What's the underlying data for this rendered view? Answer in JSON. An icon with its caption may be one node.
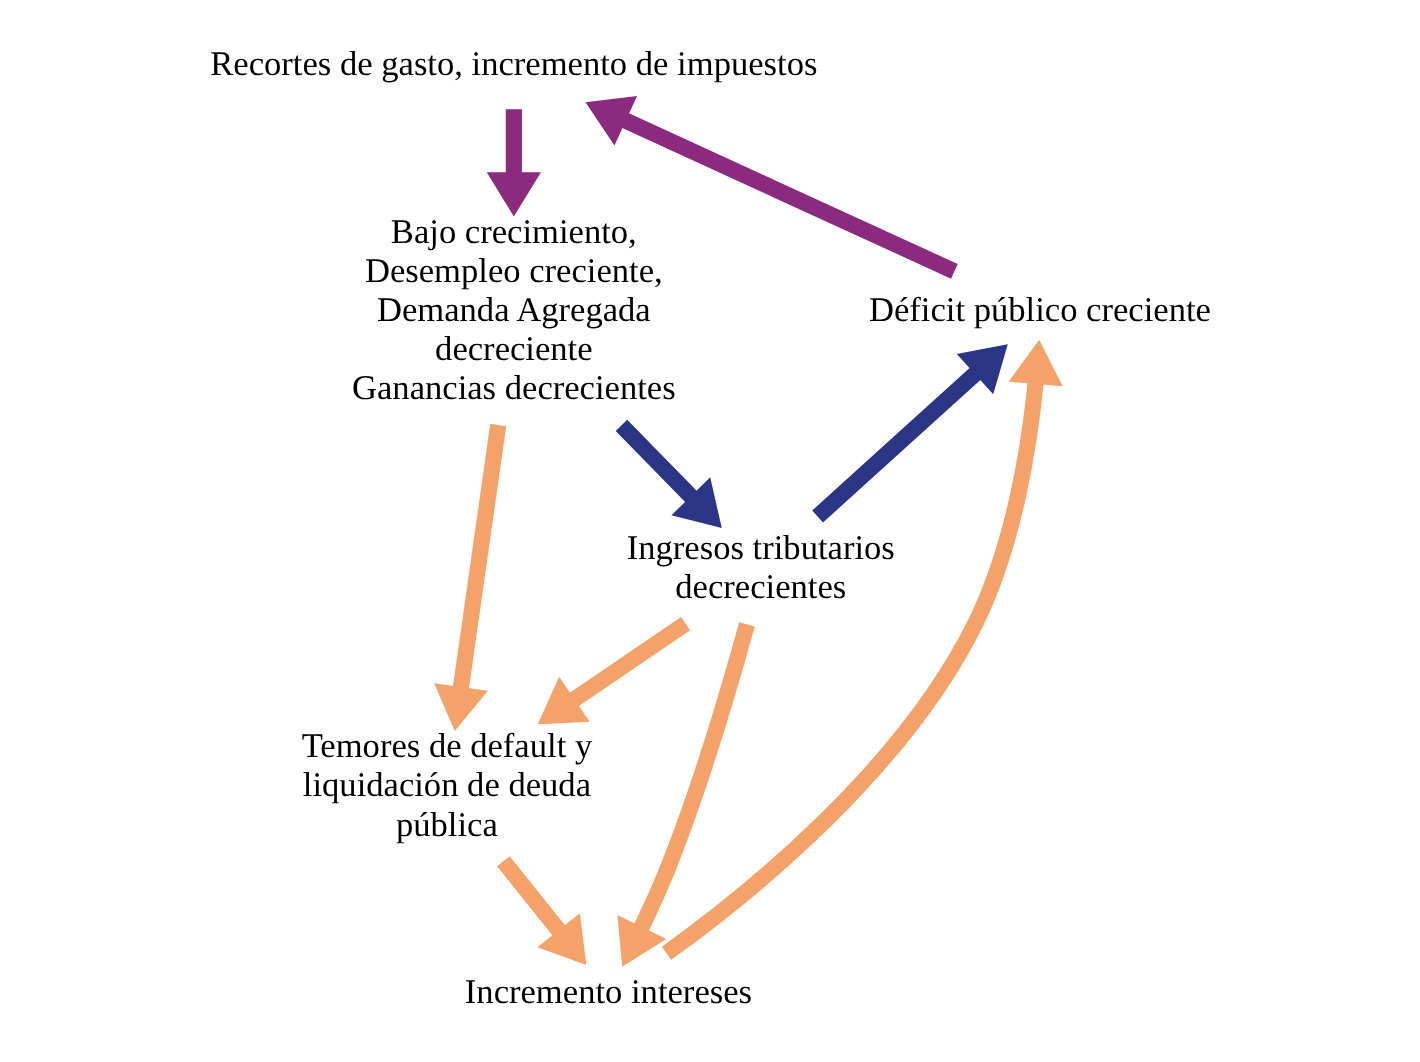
{
  "diagram": {
    "nodes": [
      {
        "text": [
          "Recortes de gasto, incremento de impuestos"
        ]
      },
      {
        "text": [
          "Bajo crecimiento, Desempleo creciente, Demanda Agregada decreciente",
          "Ganancias decrecientes"
        ]
      },
      {
        "text": [
          "Déficit público creciente"
        ]
      },
      {
        "text": [
          "Ingresos tributarios decrecientes"
        ]
      },
      {
        "text": [
          "Temores de default y liquidación de deuda pública"
        ]
      },
      {
        "text": [
          "Incremento intereses"
        ]
      }
    ],
    "edges": [
      {
        "from": 0,
        "to": 1,
        "arrow": "to",
        "color": "#8b2a7e"
      },
      {
        "from": 2,
        "to": 0,
        "arrow": "to",
        "color": "#8b2a7e"
      },
      {
        "from": 1,
        "to": 3,
        "arrow": "to",
        "color": "#2b3585"
      },
      {
        "from": 3,
        "to": 2,
        "arrow": "to",
        "color": "#2b3585"
      },
      {
        "from": 1,
        "to": 4,
        "arrow": "to"
      },
      {
        "from": 3,
        "to": 4,
        "arrow": "to"
      },
      {
        "from": 3,
        "to": 5,
        "arrow": "to"
      },
      {
        "from": 4,
        "to": 5,
        "arrow": "to"
      },
      {
        "from": 5,
        "to": 2,
        "arrow": "to"
      }
    ]
  }
}
